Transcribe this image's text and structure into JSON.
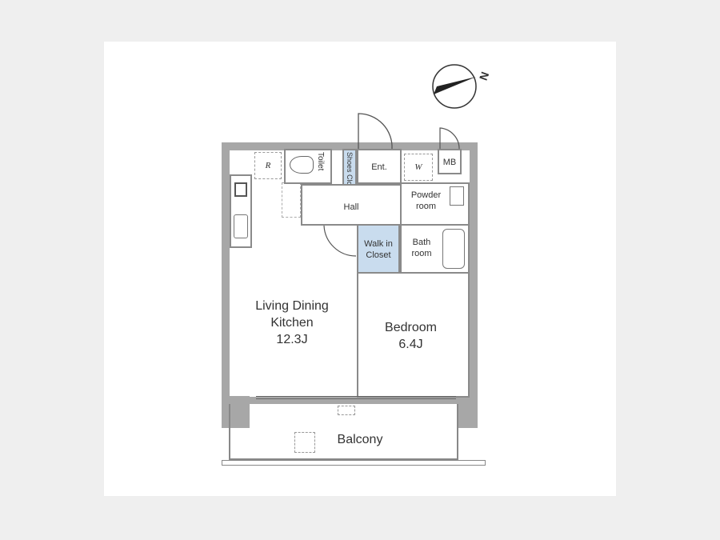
{
  "compass": {
    "north_label": "N"
  },
  "rooms": {
    "ldk": {
      "name1": "Living Dining",
      "name2": "Kitchen",
      "size": "12.3J"
    },
    "bedroom": {
      "name": "Bedroom",
      "size": "6.4J"
    },
    "hall": "Hall",
    "entrance": "Ent.",
    "toilet": "Toilet",
    "shoes": "Shoes Clo",
    "refrigerator": "R",
    "washer": "W",
    "mb": "MB",
    "powder": {
      "l1": "Powder",
      "l2": "room"
    },
    "bath": {
      "l1": "Bath",
      "l2": "room"
    },
    "closet": {
      "l1": "Walk in",
      "l2": "Closet"
    },
    "balcony": "Balcony"
  }
}
